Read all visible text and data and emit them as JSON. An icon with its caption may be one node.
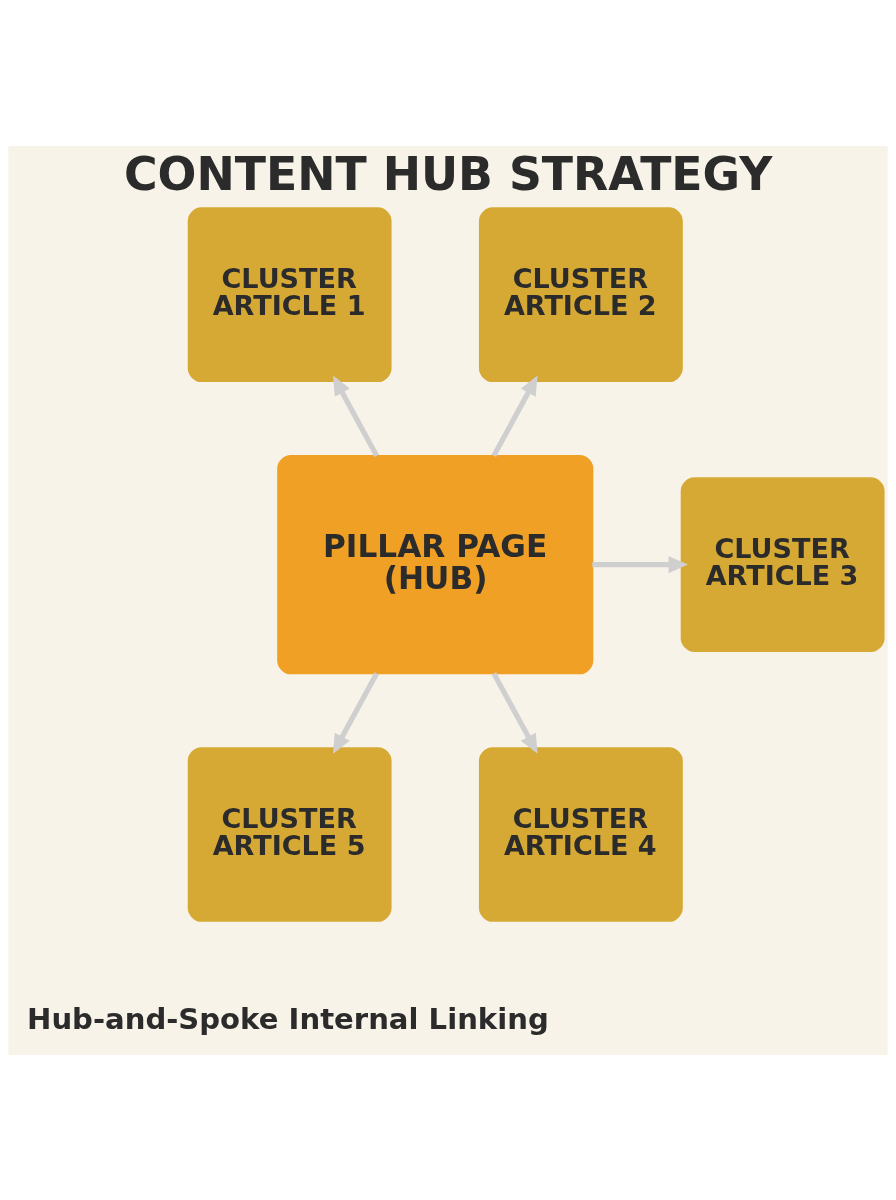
{
  "diagram": {
    "title": "CONTENT HUB STRATEGY",
    "caption": "Hub-and-Spoke Internal Linking",
    "nodes": [
      {
        "text": [
          "CLUSTER ARTICLE 1"
        ]
      },
      {
        "text": [
          "CLUSTER ARTICLE 2"
        ]
      },
      {
        "text": [
          "PILLAR PAGE (HUB)"
        ]
      },
      {
        "text": [
          "CLUSTER ARTICLE 3"
        ]
      },
      {
        "text": [
          "CLUSTER ARTICLE 5"
        ]
      },
      {
        "text": [
          "CLUSTER ARTICLE 4"
        ]
      }
    ],
    "edges": [
      {
        "from": 2,
        "to": 0,
        "arrow": "to"
      },
      {
        "from": 2,
        "to": 1,
        "arrow": "to"
      },
      {
        "from": 2,
        "to": 3,
        "arrow": "to"
      },
      {
        "from": 2,
        "to": 4,
        "arrow": "to"
      },
      {
        "from": 2,
        "to": 5,
        "arrow": "to"
      }
    ]
  }
}
